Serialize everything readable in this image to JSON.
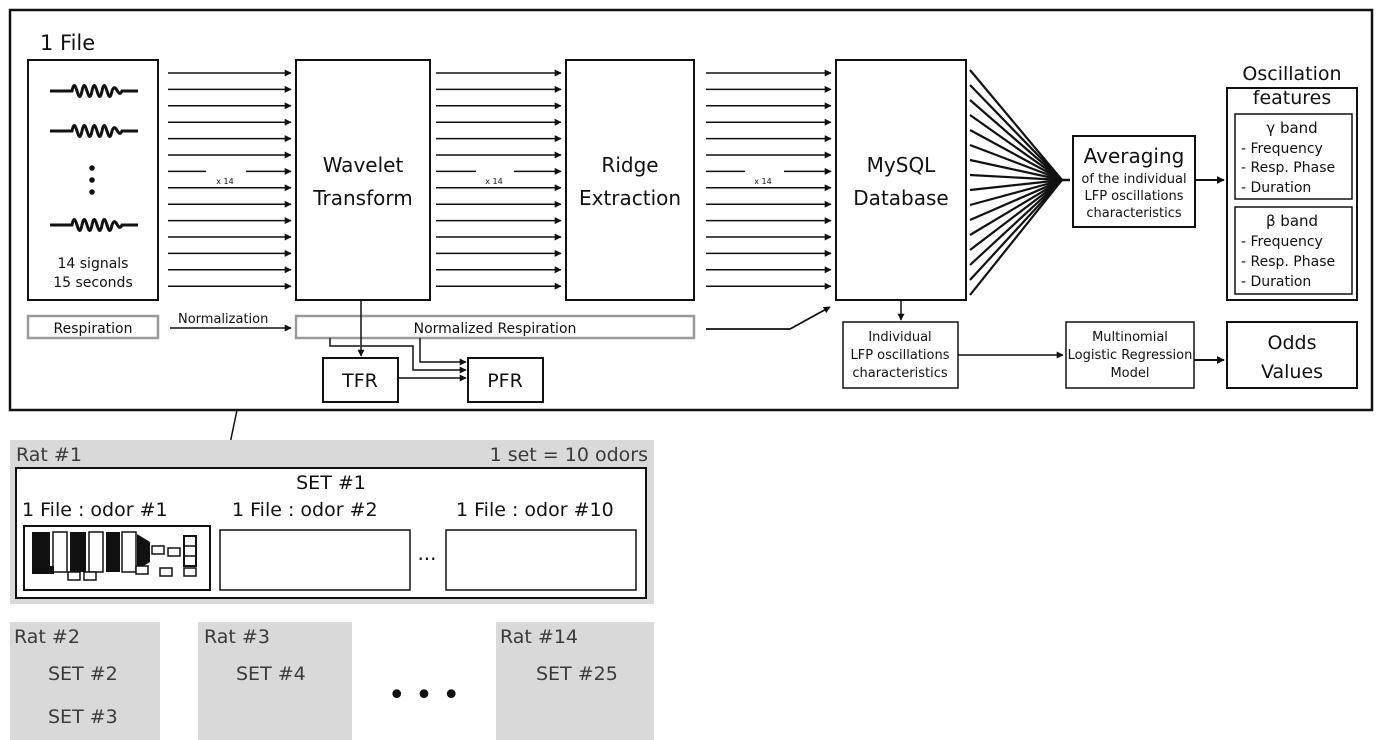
{
  "file_block": {
    "title": "1 File",
    "signals_line1": "14 signals",
    "signals_line2": "15 seconds",
    "vertical_dots": "⋮"
  },
  "respiration_label": "Respiration",
  "normalization_label": "Normalization",
  "normalized_respiration_label": "Normalized Respiration",
  "multiplier_label": "x 14",
  "wavelet": {
    "line1": "Wavelet",
    "line2": "Transform"
  },
  "ridge": {
    "line1": "Ridge",
    "line2": "Extraction"
  },
  "database": {
    "line1": "MySQL",
    "line2": "Database"
  },
  "tfr_label": "TFR",
  "pfr_label": "PFR",
  "averaging": {
    "title": "Averaging",
    "line1": "of the individual",
    "line2": "LFP oscillations",
    "line3": "characteristics"
  },
  "features": {
    "title_line1": "Oscillation",
    "title_line2": "features",
    "gamma_band": {
      "title": "γ band",
      "items": [
        "- Frequency",
        "- Resp. Phase",
        "- Duration"
      ]
    },
    "beta_band": {
      "title": "β band",
      "items": [
        "- Frequency",
        "- Resp. Phase",
        "- Duration"
      ]
    }
  },
  "individual_chars": {
    "line1": "Individual",
    "line2": "LFP oscillations",
    "line3": "characteristics"
  },
  "regression": {
    "line1": "Multinomial",
    "line2": "Logistic Regression",
    "line3": "Model"
  },
  "odds": {
    "line1": "Odds",
    "line2": "Values"
  },
  "rat1": {
    "label": "Rat #1",
    "set_note": "1 set = 10 odors",
    "set_label": "SET #1",
    "files": [
      "1 File : odor #1",
      "1 File : odor #2",
      "1 File : odor #10"
    ],
    "ellipsis": "..."
  },
  "rats": [
    {
      "label": "Rat #2",
      "sets": [
        "SET #2",
        "SET #3"
      ]
    },
    {
      "label": "Rat #3",
      "sets": [
        "SET #4"
      ]
    },
    {
      "label": "Rat #14",
      "sets": [
        "SET #25"
      ]
    }
  ],
  "rats_ellipsis": "• • •",
  "colors": {
    "stroke": "#111111",
    "panel_grey": "#d9d9d9",
    "resp_box_border": "#9a9a9a"
  }
}
